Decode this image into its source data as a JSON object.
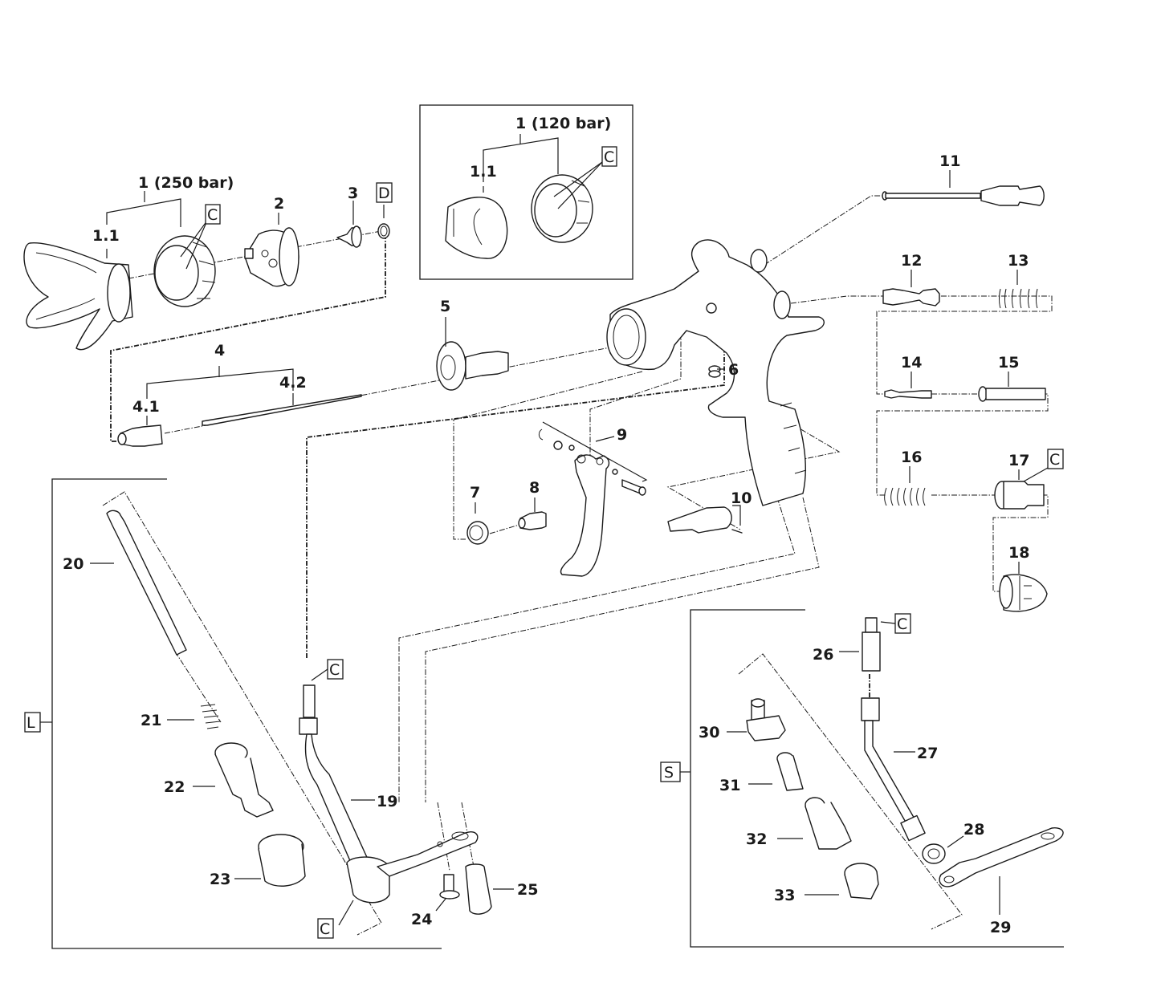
{
  "diagram": {
    "type": "exploded-parts-diagram",
    "subject": "airless spray gun",
    "variants": {
      "tip_guard_250": {
        "label": "1 (250 bar)",
        "sub": "1.1"
      },
      "tip_guard_120": {
        "label": "1 (120 bar)",
        "sub": "1.1"
      }
    },
    "assembly_4": {
      "label": "4",
      "subs": [
        "4.1",
        "4.2"
      ]
    },
    "part_labels": {
      "p2": "2",
      "p3": "3",
      "p5": "5",
      "p6": "6",
      "p7": "7",
      "p8": "8",
      "p9": "9",
      "p10": "10",
      "p11": "11",
      "p12": "12",
      "p13": "13",
      "p14": "14",
      "p15": "15",
      "p16": "16",
      "p17": "17",
      "p18": "18",
      "p19": "19",
      "p20": "20",
      "p21": "21",
      "p22": "22",
      "p23": "23",
      "p24": "24",
      "p25": "25",
      "p26": "26",
      "p27": "27",
      "p28": "28",
      "p29": "29",
      "p30": "30",
      "p31": "31",
      "p32": "32",
      "p33": "33"
    },
    "markers": {
      "C": "C",
      "D": "D",
      "L": "L",
      "S": "S"
    },
    "groups": {
      "L": {
        "marker": "L",
        "parts": [
          "19",
          "20",
          "21",
          "22",
          "23",
          "24",
          "25"
        ]
      },
      "S": {
        "marker": "S",
        "parts": [
          "26",
          "27",
          "28",
          "29",
          "30",
          "31",
          "32",
          "33"
        ]
      },
      "inset_120bar": {
        "parts": [
          "1",
          "1.1"
        ]
      }
    },
    "c_marked_parts": [
      "1 (250 bar) ring",
      "1 (120 bar) ring",
      "17",
      "19 top",
      "19 bottom",
      "26"
    ],
    "d_marked_parts": [
      "3 seal"
    ]
  }
}
